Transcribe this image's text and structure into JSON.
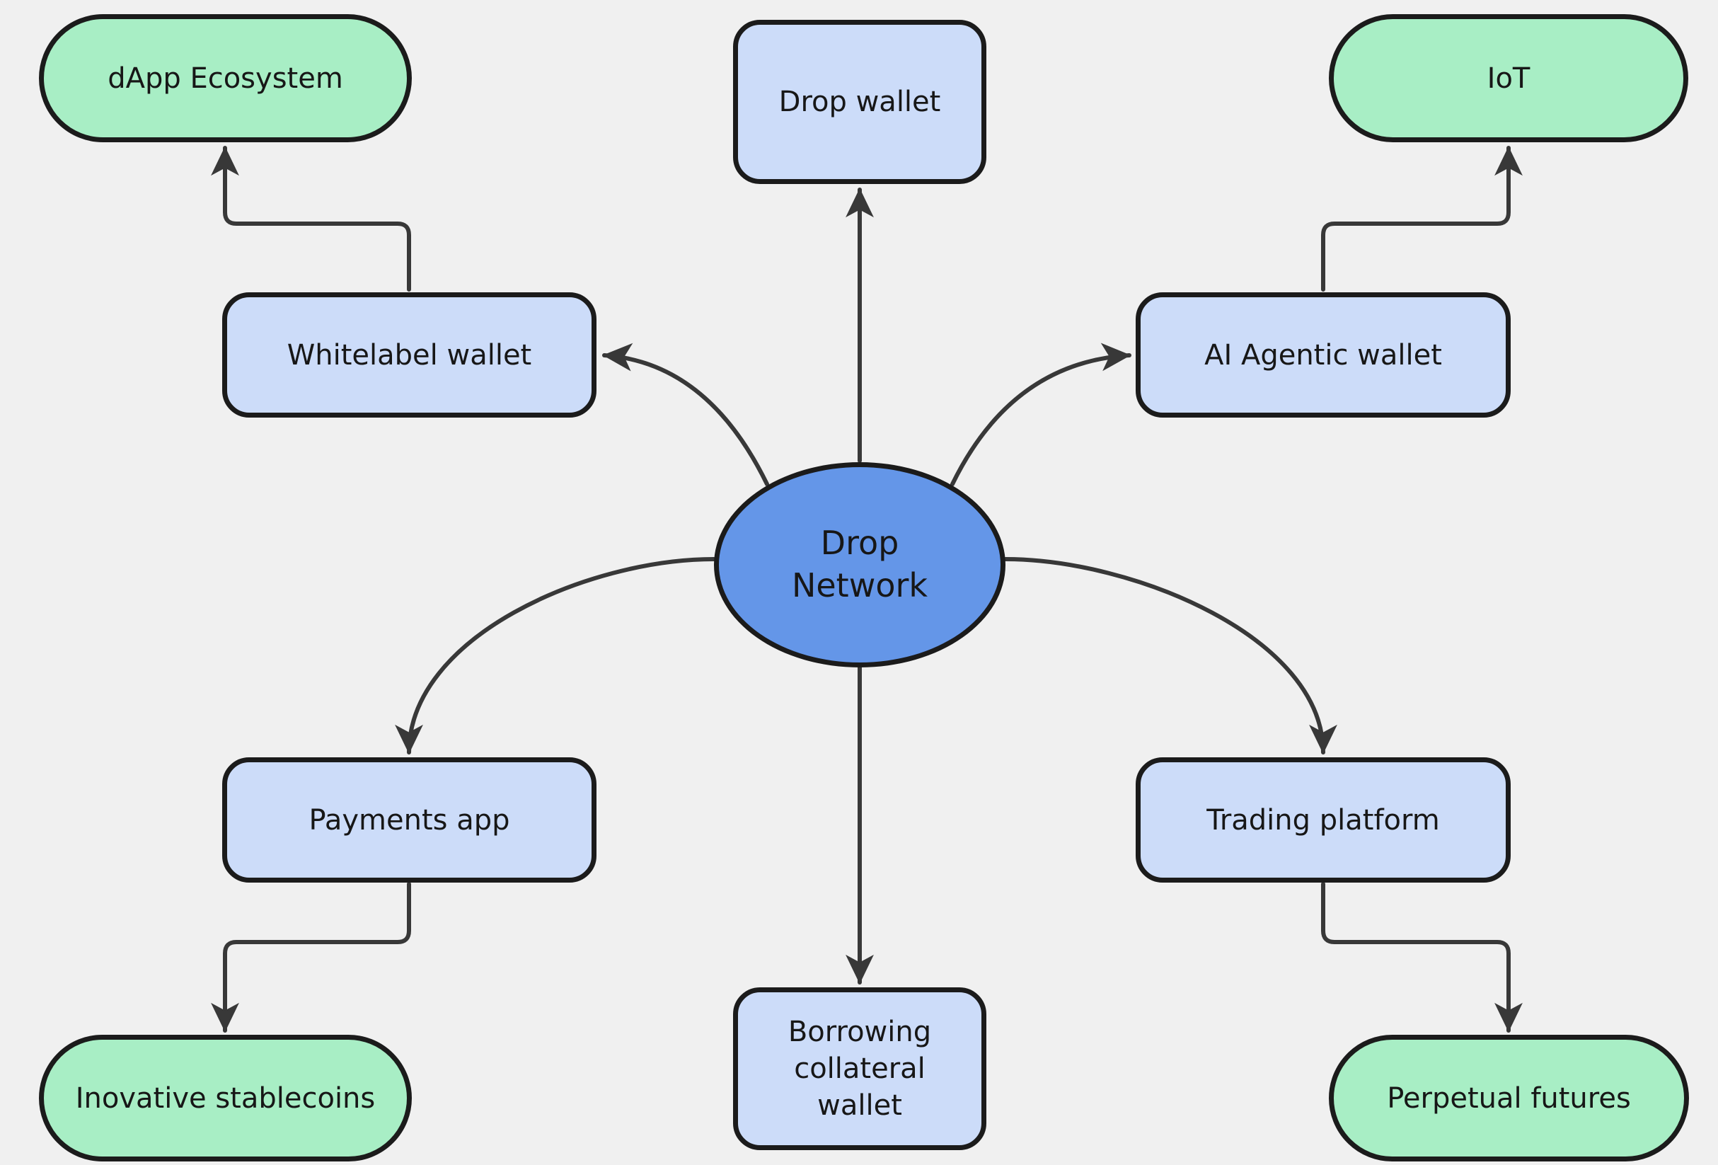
{
  "diagram": {
    "name": "Drop Network ecosystem diagram"
  },
  "colors": {
    "background": "#f0f0f0",
    "node_border": "#1b1b1b",
    "edge": "#383838",
    "text": "#171717",
    "light_blue_fill": "#ccdcf9",
    "green_fill": "#a8eec5",
    "center_blue_fill": "#6496e8"
  },
  "nodes": {
    "drop_network": {
      "label": "Drop Network",
      "lines": [
        "Drop",
        "Network"
      ],
      "shape": "ellipse",
      "fill": "#6496e8"
    },
    "drop_wallet": {
      "label": "Drop wallet",
      "shape": "rounded-rect",
      "fill": "#ccdcf9"
    },
    "whitelabel_wallet": {
      "label": "Whitelabel wallet",
      "shape": "rounded-rect",
      "fill": "#ccdcf9"
    },
    "ai_agentic_wallet": {
      "label": "AI Agentic wallet",
      "shape": "rounded-rect",
      "fill": "#ccdcf9"
    },
    "payments_app": {
      "label": "Payments app",
      "shape": "rounded-rect",
      "fill": "#ccdcf9"
    },
    "trading_platform": {
      "label": "Trading platform",
      "shape": "rounded-rect",
      "fill": "#ccdcf9"
    },
    "borrowing_collateral_wallet": {
      "label": "Borrowing collateral wallet",
      "lines": [
        "Borrowing",
        "collateral",
        "wallet"
      ],
      "shape": "rounded-rect",
      "fill": "#ccdcf9"
    },
    "dapp_ecosystem": {
      "label": "dApp Ecosystem",
      "shape": "pill",
      "fill": "#a8eec5"
    },
    "iot": {
      "label": "IoT",
      "shape": "pill",
      "fill": "#a8eec5"
    },
    "inovative_stablecoins": {
      "label": "Inovative stablecoins",
      "shape": "pill",
      "fill": "#a8eec5"
    },
    "perpetual_futures": {
      "label": "Perpetual futures",
      "shape": "pill",
      "fill": "#a8eec5"
    }
  },
  "edges": [
    {
      "from": "drop_network",
      "to": "drop_wallet"
    },
    {
      "from": "drop_network",
      "to": "whitelabel_wallet"
    },
    {
      "from": "drop_network",
      "to": "ai_agentic_wallet"
    },
    {
      "from": "drop_network",
      "to": "payments_app"
    },
    {
      "from": "drop_network",
      "to": "trading_platform"
    },
    {
      "from": "drop_network",
      "to": "borrowing_collateral_wallet"
    },
    {
      "from": "whitelabel_wallet",
      "to": "dapp_ecosystem"
    },
    {
      "from": "ai_agentic_wallet",
      "to": "iot"
    },
    {
      "from": "payments_app",
      "to": "inovative_stablecoins"
    },
    {
      "from": "trading_platform",
      "to": "perpetual_futures"
    }
  ]
}
